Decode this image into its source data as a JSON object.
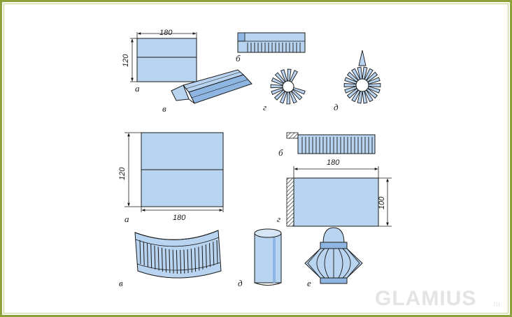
{
  "watermark": {
    "text": "GLAMIUS",
    "suffix": ".ru"
  },
  "colors": {
    "paper": "#b9d4f0",
    "paper_dark": "#8fb6e2",
    "ink": "#1a1a1a",
    "frame": "#8ea23a"
  },
  "top": {
    "dim_width": "180",
    "dim_height": "120",
    "labels": {
      "a": "а",
      "b": "б",
      "v": "в",
      "g": "г",
      "d": "д"
    }
  },
  "bottom": {
    "dim_height": "120",
    "dim_width": "180",
    "dim_g_width": "180",
    "dim_g_height": "100",
    "labels": {
      "a": "а",
      "b": "б",
      "v": "в",
      "g": "г",
      "d": "д",
      "e": "е"
    }
  }
}
